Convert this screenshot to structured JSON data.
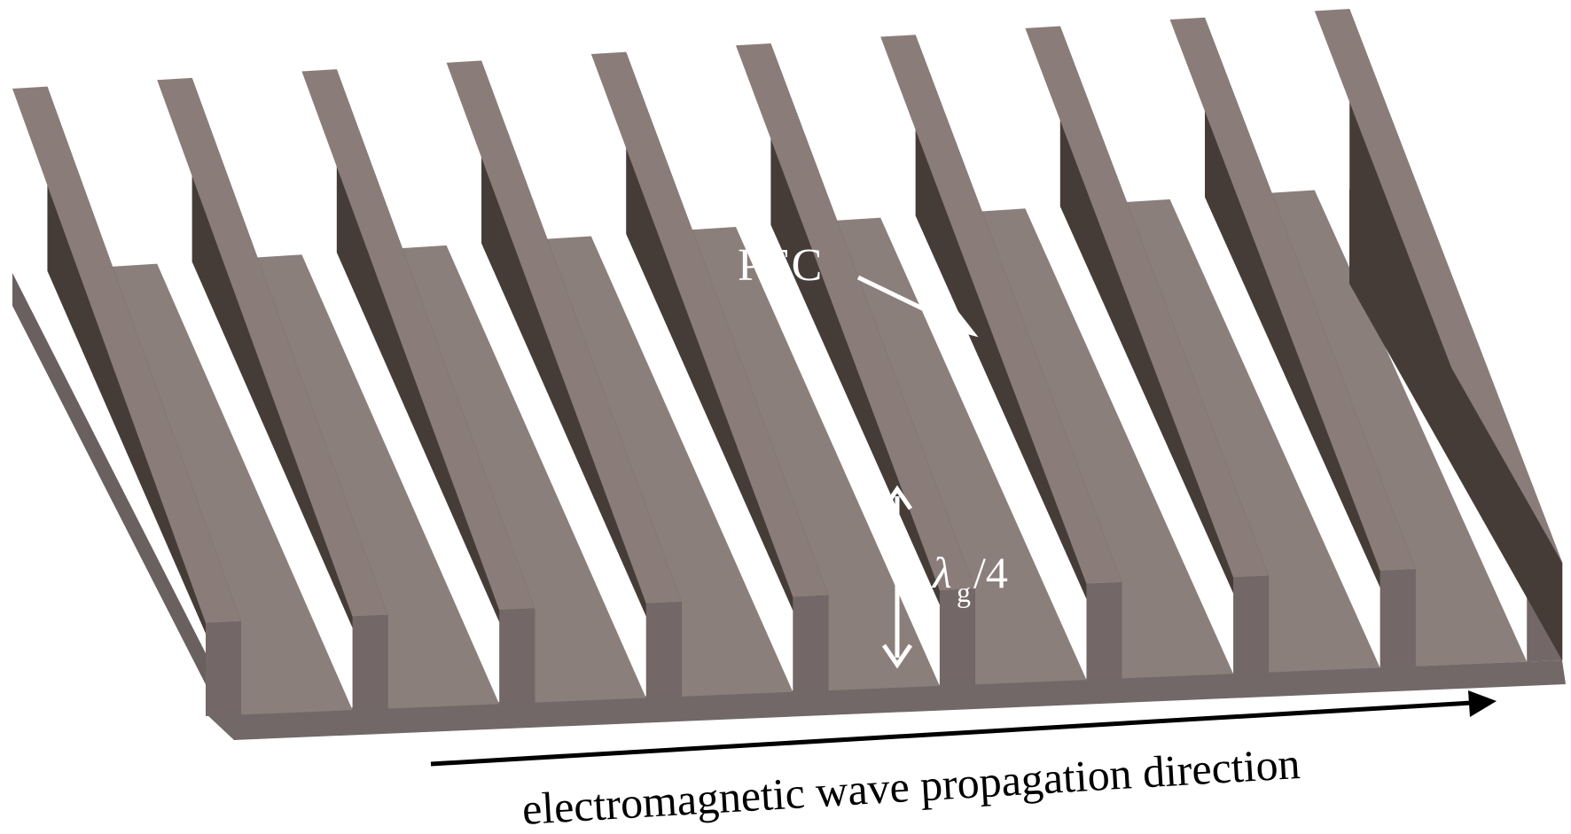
{
  "diagram": {
    "labels": {
      "material": "PEC",
      "depth_symbol": "λ",
      "depth_subscript": "g",
      "depth_suffix": "/4",
      "direction": "electromagnetic wave propagation direction"
    },
    "corrugation": {
      "ridge_count": 10
    },
    "colors": {
      "ridge_side": "#453c38",
      "ridge_top": "#8a7d79",
      "ridge_front": "#736867",
      "groove_floor": "#8b7f7b",
      "base_front": "#726868",
      "base_edge": "#6a6060",
      "annotation_white": "#ffffff",
      "arrow_black": "#000000",
      "background": "#ffffff"
    }
  }
}
